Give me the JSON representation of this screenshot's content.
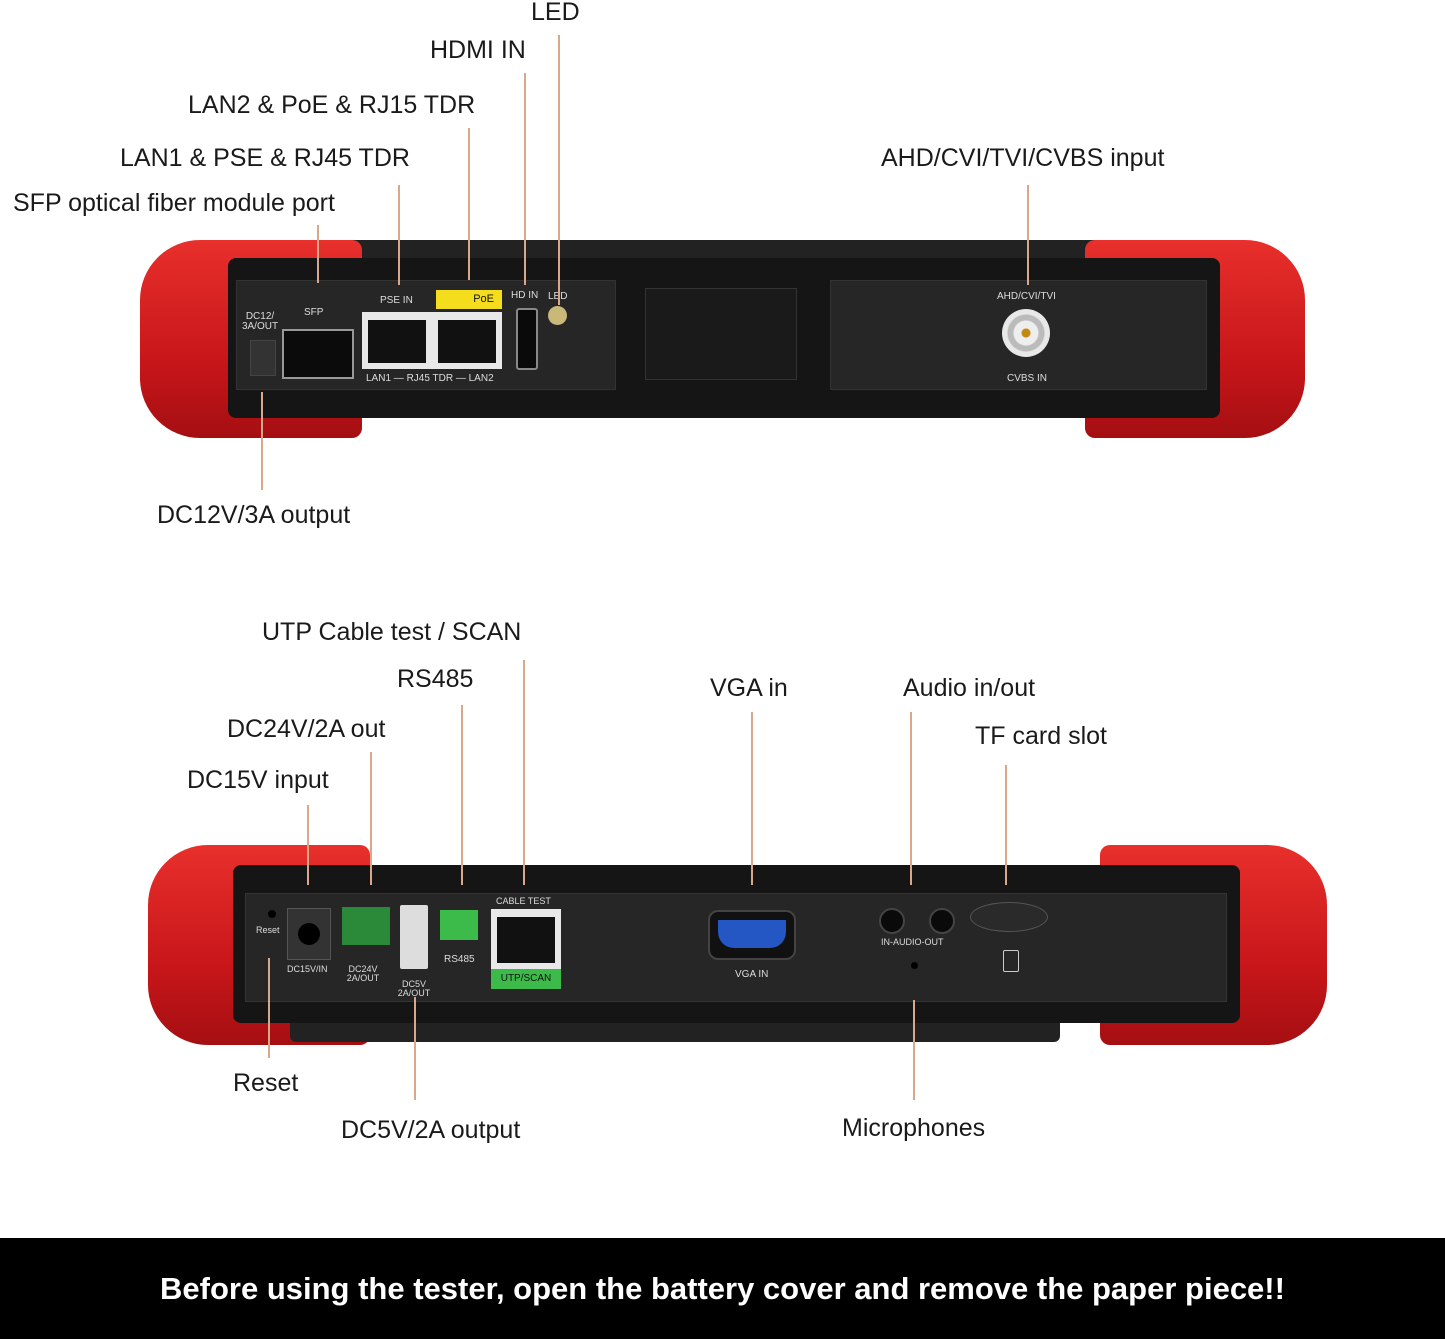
{
  "top_labels": {
    "led": "LED",
    "hdmi": "HDMI IN",
    "lan2": "LAN2 & PoE & RJ15 TDR",
    "lan1": "LAN1 & PSE & RJ45 TDR",
    "sfp": "SFP optical fiber module port",
    "ahd": "AHD/CVI/TVI/CVBS input",
    "dc12": "DC12V/3A output"
  },
  "top_device": {
    "dc12": "DC12/ 3A/OUT",
    "sfp": "SFP",
    "pse": "PSE IN",
    "poe": "PoE",
    "hdin": "HD IN",
    "led": "LED",
    "rj45": "LAN1 — RJ45 TDR — LAN2",
    "ahd": "AHD/CVI/TVI",
    "cvbs": "CVBS IN"
  },
  "bottom_labels": {
    "utp": "UTP Cable test / SCAN",
    "rs485": "RS485",
    "vga": "VGA in",
    "audio": "Audio in/out",
    "dc24": "DC24V/2A out",
    "tf": "TF card slot",
    "dc15": "DC15V input",
    "reset": "Reset",
    "dc5": "DC5V/2A output",
    "mic": "Microphones"
  },
  "bottom_device": {
    "reset": "Reset",
    "dc15": "DC15V/IN",
    "dc24": "DC24V 2A/OUT",
    "dc5": "DC5V 2A/OUT",
    "rs485": "RS485",
    "cable_test": "CABLE TEST",
    "utp": "UTP/SCAN",
    "vga": "VGA IN",
    "audio": "IN-AUDIO-OUT"
  },
  "banner": "Before using the tester, open the battery cover and remove the paper piece!!"
}
